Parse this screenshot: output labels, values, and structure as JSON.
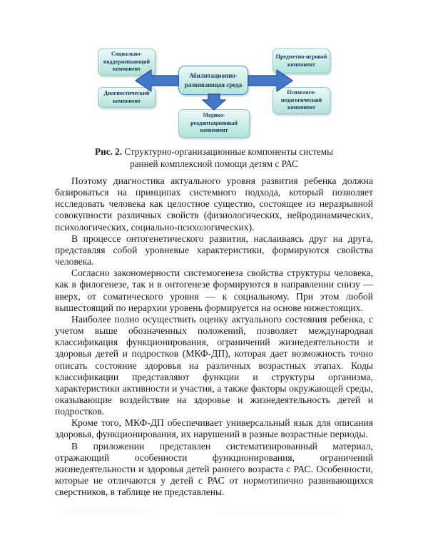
{
  "figure": {
    "boxes": {
      "social": "Социально-\nподдерживающий\nкомпонент",
      "diagnostic": "Диагностический\nкомпонент",
      "center": "Абилитационно-\nразвивающая среда",
      "subject_play": "Предметно-игровой\nкомпонент",
      "psych_ped": "Психолого-\nпедагогический\nкомпонент",
      "medical": "Медико-\nреадаптационный\nкомпонент"
    },
    "caption": {
      "label": "Рис. 2.",
      "line1_rest": " Структурно-организационные компоненты системы",
      "line2": "ранней комплексной помощи детям с РАС"
    },
    "colors": {
      "box_fill_top": "#eefaf6",
      "box_fill_mid": "#cfefe8",
      "box_fill_bottom": "#b2e4d9",
      "box_border": "#9cc4d0",
      "center_box_border": "#4f86c6",
      "arrow_fill": "#4478ca",
      "arrow_outline": "#2b5aa0",
      "box_text": "#14365e"
    }
  },
  "paragraphs": [
    "Поэтому диагностика актуального уровня развития ребенка должна базироваться на принципах системного подхода, который позволяет исследовать человека как целостное существо, состоящее из неразрывной совокупности различных свойств (физиологических, нейродинамических, психологических, социально-психологических).",
    "В процессе онтогенетического развития, наслаиваясь друг на друга, представляя собой уровневые характеристики, формируются свойства человека.",
    "Согласно закономерности системогенеза свойства структуры человека, как в филогенезе, так и в онтогенезе формируются в направлении снизу — вверх, от соматического уровня — к социальному. При этом любой вышестоящий по иерархии уровень формируется на основе нижестоящих.",
    "Наиболее полно осуществить оценку актуального состояния ребенка, с учетом выше обозначенных положений, позволяет международная классификация функционирования, ограничений жизнедеятельности и здоровья детей и подростков (МКФ-ДП), которая дает возможность точно описать состояние здоровья на различных возрастных этапах. Коды классификации представляют функции и структуры организма, характеристики активности и участия, а также факторы окружающей среды, оказывающие воздействие на здоровье и жизнедеятельность детей и подростков.",
    "Кроме того, МКФ-ДП обеспечивает универсальный язык для описания здоровья, функционирования, их нарушений в разные возрастные периоды.",
    "В приложении представлен систематизированный материал, отражающий особенности функционирования, ограничений жизнедеятельности и здоровья детей раннего возраста с РАС. Особенности, которые не отличаются у детей с РАС от нормотипично развивающихся сверстников, в таблице не представлены."
  ]
}
